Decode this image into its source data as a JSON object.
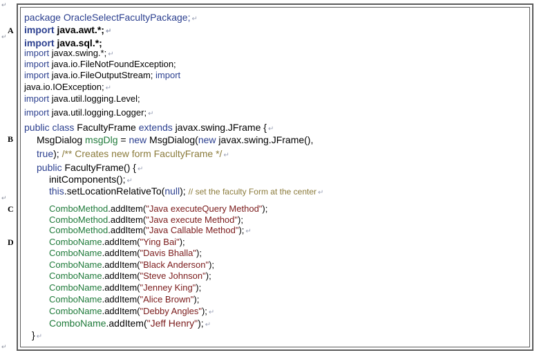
{
  "markers": [
    "A",
    "B",
    "C",
    "D"
  ],
  "para_mark": "↵",
  "lines": {
    "l1": {
      "a": "package OracleSelectFacultyPackage;"
    },
    "l2": {
      "a": "import",
      "b": " java.awt.*;"
    },
    "l3": {
      "a": "import",
      "b": " java.sql.*;"
    },
    "l4": {
      "a": "import",
      "b": " javax.swing.*;"
    },
    "l5": {
      "a": "import",
      "b": " java.io.FileNotFoundException;"
    },
    "l6": {
      "a": "import",
      "b": " java.io.FileOutputStream; ",
      "c": "import"
    },
    "l7": {
      "a": "java.io.IOException;"
    },
    "l8": {
      "a": "import",
      "b": " java.util.logging.Level;"
    },
    "l9": {
      "a": "import",
      "b": " java.util.logging.Logger;"
    },
    "l10": {
      "a": "public class",
      "b": " FacultyFrame ",
      "c": "extends",
      "d": " javax.swing.JFrame {"
    },
    "l11": {
      "a": "MsgDialog ",
      "b": "msgDlg",
      "c": " = ",
      "d": "new",
      "e": " MsgDialog(",
      "f": "new",
      "g": " javax.swing.JFrame(),"
    },
    "l12": {
      "a": "true",
      "b": "); ",
      "c": "/** Creates new form FacultyFrame */"
    },
    "l13": {
      "a": "public",
      "b": " FacultyFrame() {"
    },
    "l14": {
      "a": "initComponents();"
    },
    "l15": {
      "a": "this",
      "b": ".setLocationRelativeTo(",
      "c": "null",
      "d": ");  ",
      "e": "// set the faculty Form at the center"
    },
    "combo_method_items": [
      {
        "obj": "ComboMethod",
        "call": ".addItem(",
        "arg": "\"Java executeQuery Method\"",
        "end": ");"
      },
      {
        "obj": "ComboMethod",
        "call": ".addItem(",
        "arg": "\"Java execute Method\"",
        "end": ");"
      },
      {
        "obj": "ComboMethod",
        "call": ".addItem(",
        "arg": "\"Java Callable Method\"",
        "end": ");"
      }
    ],
    "combo_name_items": [
      {
        "obj": "ComboName",
        "call": ".addItem(",
        "arg": "\"Ying Bai\"",
        "end": ");"
      },
      {
        "obj": "ComboName",
        "call": ".addItem(",
        "arg": "\"Davis Bhalla\"",
        "end": ");"
      },
      {
        "obj": "ComboName",
        "call": ".addItem(",
        "arg": "\"Black Anderson\"",
        "end": ");"
      },
      {
        "obj": "ComboName",
        "call": ".addItem(",
        "arg": "\"Steve Johnson\"",
        "end": ");"
      },
      {
        "obj": "ComboName",
        "call": ".addItem(",
        "arg": "\"Jenney King\"",
        "end": ");"
      },
      {
        "obj": "ComboName",
        "call": ".addItem(",
        "arg": "\"Alice Brown\"",
        "end": ");"
      },
      {
        "obj": "ComboName",
        "call": ".addItem(",
        "arg": "\"Debby Angles\"",
        "end": ");"
      },
      {
        "obj": "ComboName",
        "call": ".addItem(",
        "arg": "\"Jeff Henry\"",
        "end": ");"
      }
    ],
    "closing": {
      "a": "}"
    }
  },
  "colors": {
    "keyword": "#2b3f8f",
    "comment": "#8a7a3a",
    "field": "#1f7a3a",
    "string": "#7a1a1a"
  }
}
